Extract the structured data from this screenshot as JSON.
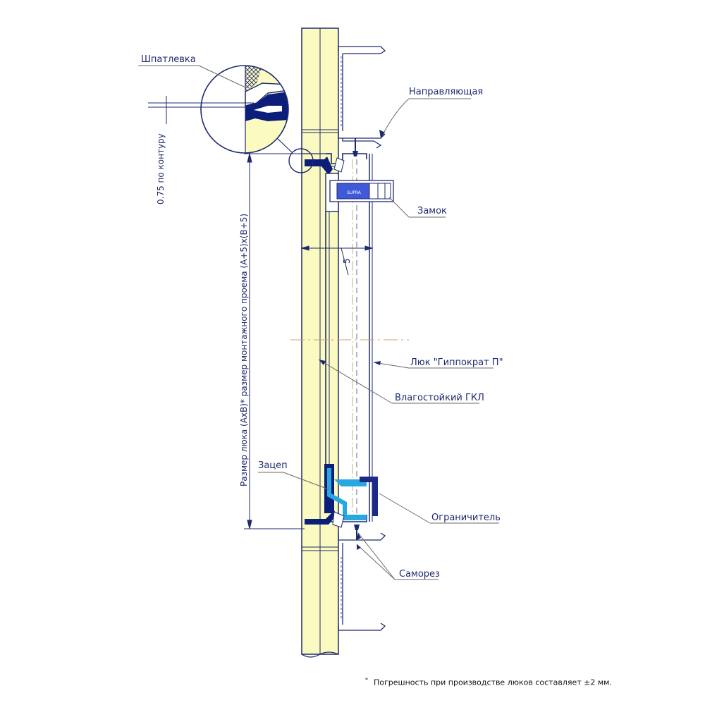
{
  "labels": {
    "putty": "Шпатлевка",
    "guide": "Направляющая",
    "lock": "Замок",
    "hatch": "Люк \"Гиппократ П\"",
    "gkl": "Влагостойкий ГКЛ",
    "hook": "Зацеп",
    "limiter": "Ограничитель",
    "screw": "Саморез",
    "lock_brand": "SUPRA"
  },
  "dimensions": {
    "contour": "0.75 по контуру",
    "hatch_size": "Размер люка (AxB)* размер монтажного проема (A+5)x(B+5)",
    "depth": "5"
  },
  "footnote": {
    "mark": "*",
    "text": "Погрешность при производстве люков составляет ±2 мм."
  },
  "colors": {
    "board": "#fbfac0",
    "line": "#1e2a6e",
    "dark_fill": "#0b1e7a",
    "hook_fill": "#28a8e0",
    "leader": "#6a6a6a"
  }
}
